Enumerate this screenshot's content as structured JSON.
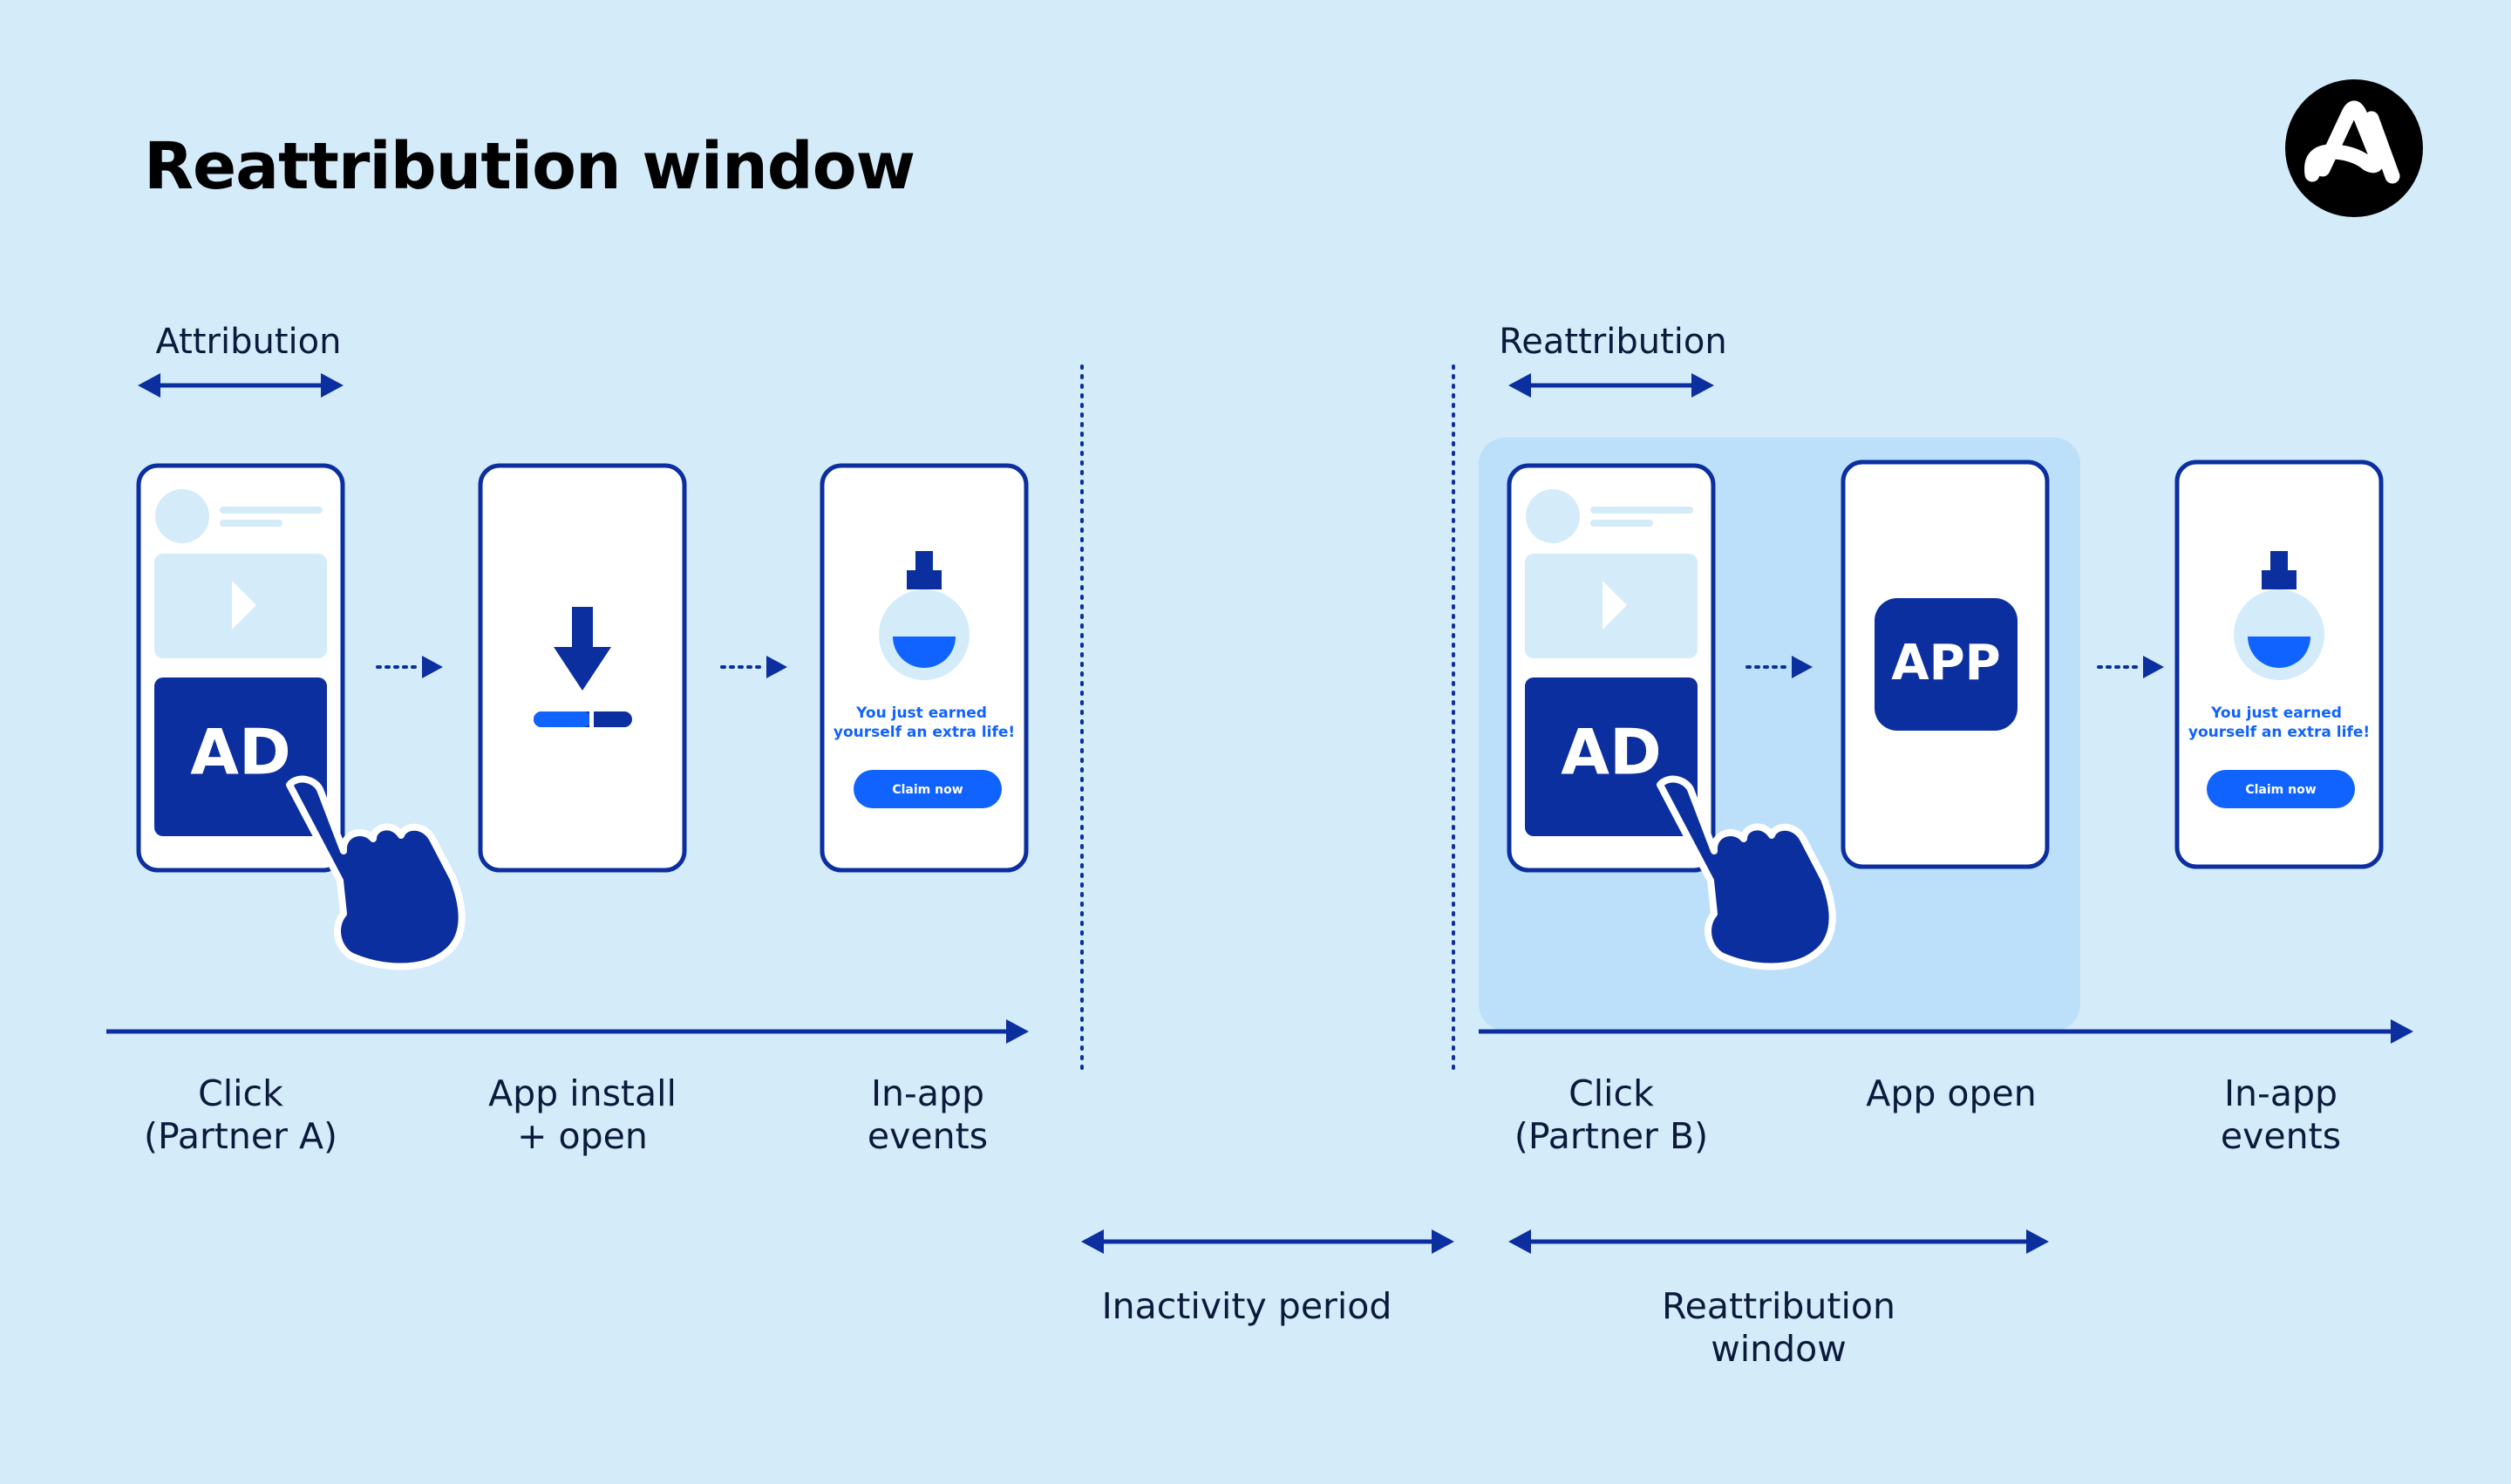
{
  "title": "Reattribution window",
  "colors": {
    "background": "#d4ebfa",
    "navy": "#0b2f9f",
    "accent_blue": "#1063ff",
    "highlight": "#bce0fa",
    "text": "#0b1a3b"
  },
  "logo": {
    "icon": "adjust-logo-icon"
  },
  "attribution": {
    "label": "Attribution",
    "ad_text": "AD",
    "reward_text": "You just earned\nyourself an extra life!",
    "claim_label": "Claim now",
    "steps": [
      {
        "label": "Click\n(Partner A)"
      },
      {
        "label": "App install\n+ open"
      },
      {
        "label": "In-app\nevents"
      }
    ]
  },
  "reattribution": {
    "label": "Reattribution",
    "ad_text": "AD",
    "app_text": "APP",
    "reward_text": "You just earned\nyourself an extra life!",
    "claim_label": "Claim now",
    "steps": [
      {
        "label": "Click\n(Partner B)"
      },
      {
        "label": "App open"
      },
      {
        "label": "In-app\nevents"
      }
    ]
  },
  "periods": {
    "inactivity": "Inactivity period",
    "reattribution_window": "Reattribution\nwindow"
  }
}
